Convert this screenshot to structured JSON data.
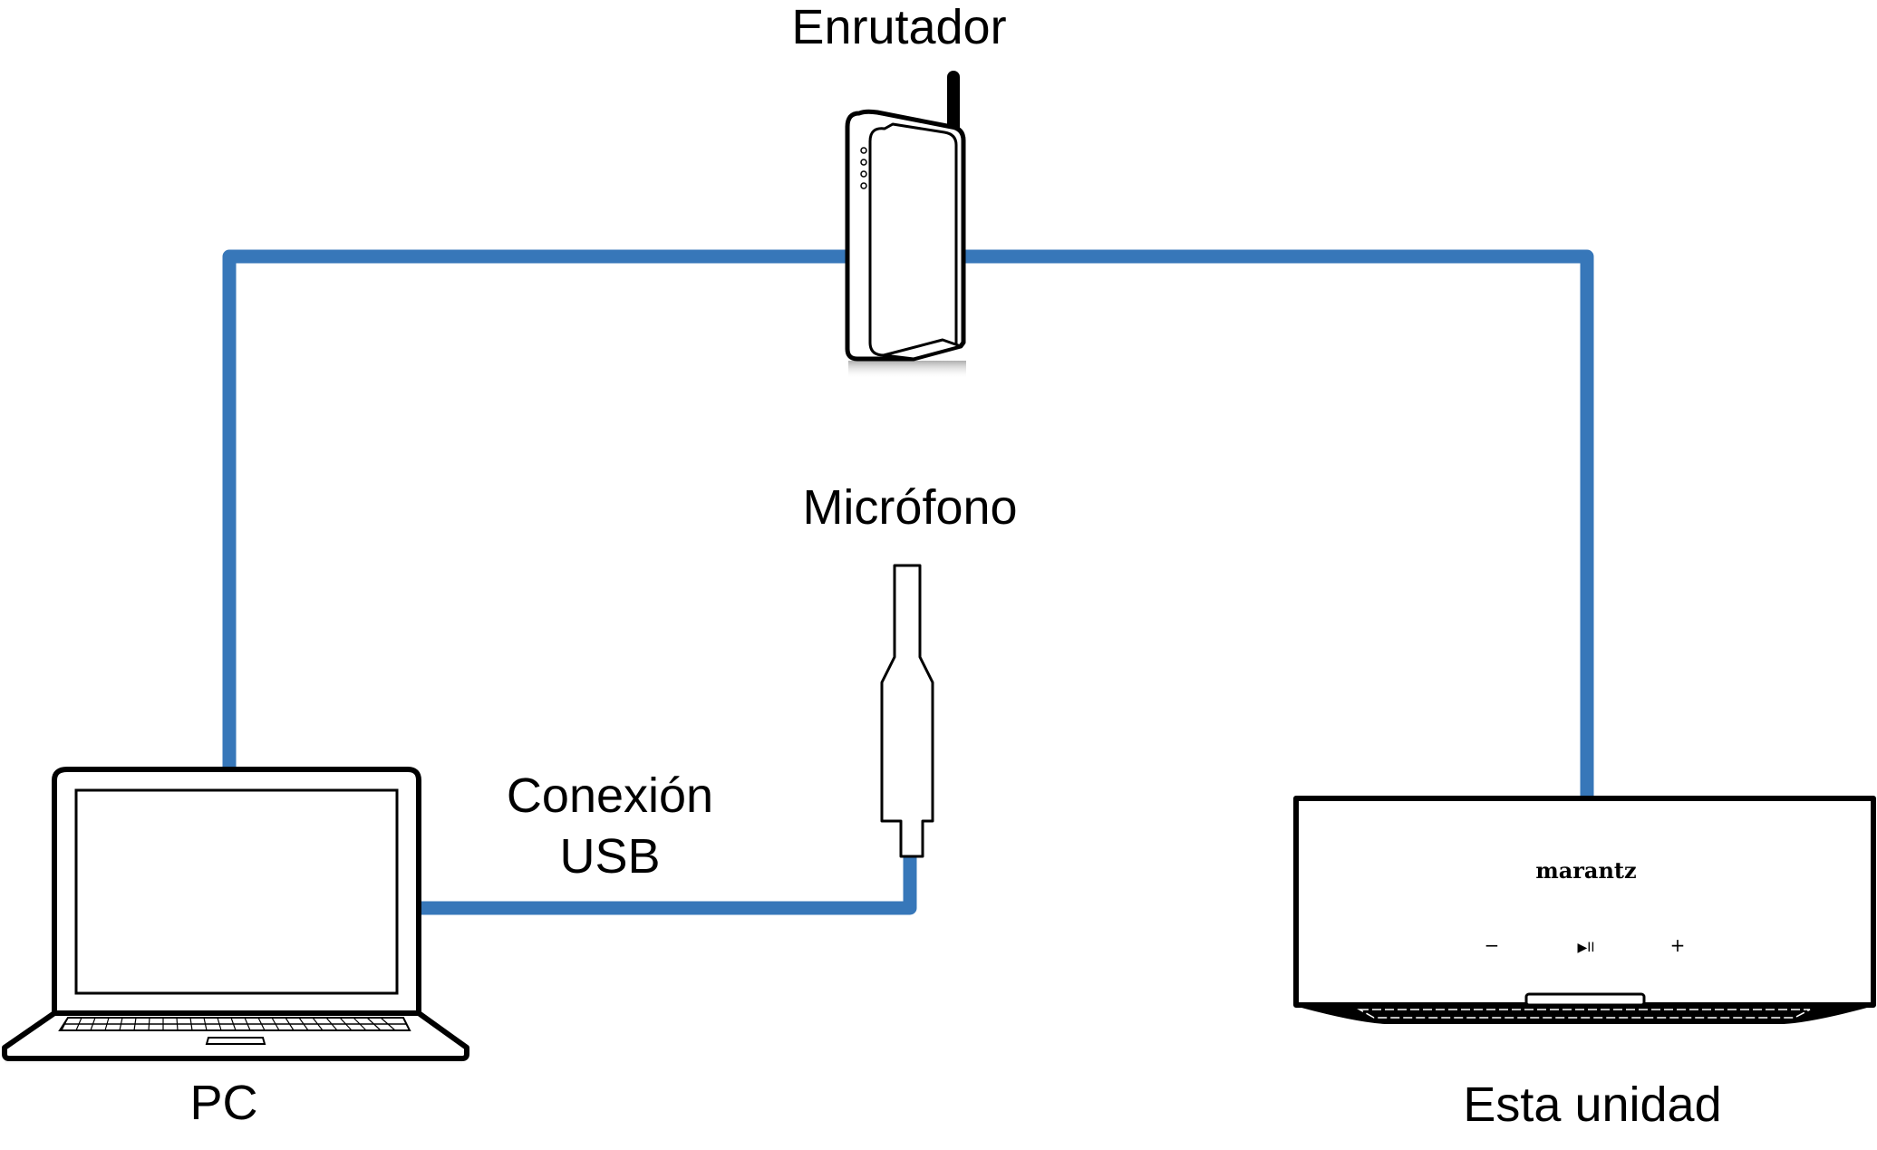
{
  "labels": {
    "router": "Enrutador",
    "microphone": "Micrófono",
    "usb_line1": "Conexión",
    "usb_line2": "USB",
    "pc": "PC",
    "unit": "Esta unidad"
  },
  "unit_panel": {
    "brand": "marantz",
    "minus": "−",
    "play_pause": "▶II",
    "plus": "+"
  },
  "colors": {
    "cable": "#3777b9",
    "outline": "#000000",
    "background": "#ffffff"
  }
}
